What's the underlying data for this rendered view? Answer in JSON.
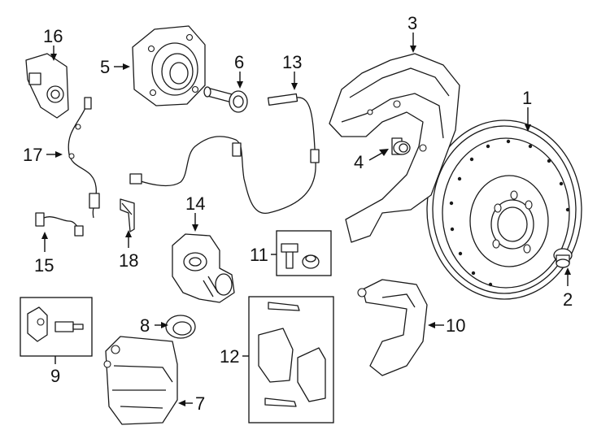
{
  "callouts": {
    "c1": "1",
    "c2": "2",
    "c3": "3",
    "c4": "4",
    "c5": "5",
    "c6": "6",
    "c7": "7",
    "c8": "8",
    "c9": "9",
    "c10": "10",
    "c11": "11",
    "c12": "12",
    "c13": "13",
    "c14": "14",
    "c15": "15",
    "c16": "16",
    "c17": "17",
    "c18": "18"
  },
  "parts": [
    {
      "callout": "1",
      "icon": "brake-rotor"
    },
    {
      "callout": "2",
      "icon": "plug-bolt"
    },
    {
      "callout": "3",
      "icon": "splash-shield"
    },
    {
      "callout": "4",
      "icon": "flange-bolt"
    },
    {
      "callout": "5",
      "icon": "wheel-hub-bearing"
    },
    {
      "callout": "6",
      "icon": "hub-bolt"
    },
    {
      "callout": "7",
      "icon": "caliper"
    },
    {
      "callout": "8",
      "icon": "piston-seal"
    },
    {
      "callout": "9",
      "icon": "sensor-connector-kit"
    },
    {
      "callout": "10",
      "icon": "caliper-bracket"
    },
    {
      "callout": "11",
      "icon": "bolt-kit"
    },
    {
      "callout": "12",
      "icon": "brake-pad-set"
    },
    {
      "callout": "13",
      "icon": "wear-sensor-harness"
    },
    {
      "callout": "14",
      "icon": "parking-brake-motor"
    },
    {
      "callout": "15",
      "icon": "sensor-wire"
    },
    {
      "callout": "16",
      "icon": "abs-sensor"
    },
    {
      "callout": "17",
      "icon": "abs-sensor-harness"
    },
    {
      "callout": "18",
      "icon": "clip"
    }
  ]
}
